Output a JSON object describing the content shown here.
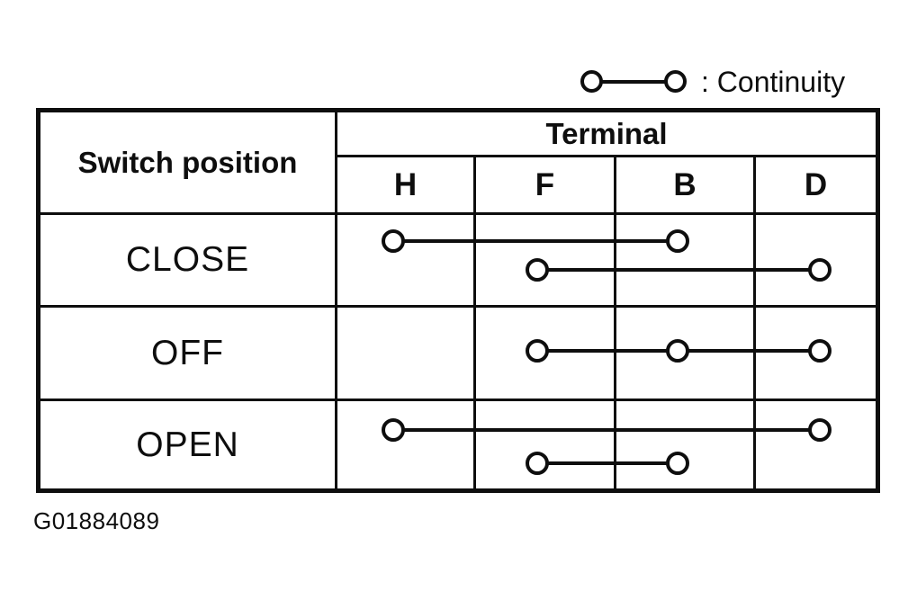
{
  "colors": {
    "ink": "#0e0e0e",
    "background": "#ffffff"
  },
  "legend": {
    "symbol": "continuity-symbol",
    "label": ": Continuity"
  },
  "table": {
    "corner_header": "Switch position",
    "group_header": "Terminal",
    "terminals": [
      "H",
      "F",
      "B",
      "D"
    ],
    "rows": [
      {
        "label": "CLOSE",
        "connections": [
          [
            "H",
            "B"
          ],
          [
            "F",
            "D"
          ]
        ]
      },
      {
        "label": "OFF",
        "connections": [
          [
            "F",
            "B",
            "D"
          ]
        ]
      },
      {
        "label": "OPEN",
        "connections": [
          [
            "H",
            "D"
          ],
          [
            "F",
            "B"
          ]
        ]
      }
    ]
  },
  "figure_id": "G01884089"
}
